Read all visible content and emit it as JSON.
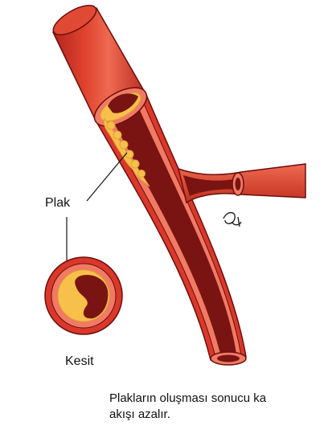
{
  "labels": {
    "plaque": "Plak",
    "cross_section": "Kesit"
  },
  "caption": {
    "line1": "Plakların oluşması sonucu ka",
    "line2": "akışı azalır."
  },
  "colors": {
    "artery_outer": "#d9382a",
    "artery_highlight": "#ef6a52",
    "artery_wall": "#f07a64",
    "lumen_dark": "#7a1412",
    "plaque": "#f7c04a",
    "plaque_shadow": "#e0a23a",
    "outline": "#6b0f0d"
  }
}
